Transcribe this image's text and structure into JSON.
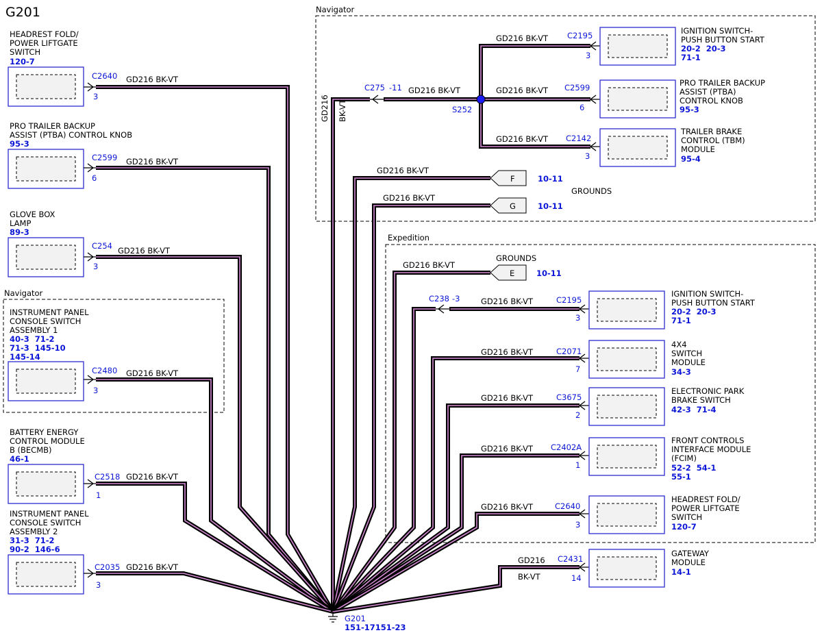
{
  "page_title": "G201",
  "regions": [
    {
      "label": "Navigator"
    },
    {
      "label": "Expedition"
    },
    {
      "label": "Navigator"
    }
  ],
  "components": [
    {
      "lines": [
        "HEADREST FOLD/",
        "POWER LIFTGATE",
        "SWITCH"
      ],
      "refs": [
        "120-7"
      ],
      "connector": "C2640",
      "pin": "3"
    },
    {
      "lines": [
        "PRO TRAILER BACKUP",
        "ASSIST (PTBA) CONTROL KNOB"
      ],
      "refs": [
        "95-3"
      ],
      "connector": "C2599",
      "pin": "6"
    },
    {
      "lines": [
        "GLOVE BOX",
        "LAMP"
      ],
      "refs": [
        "89-3"
      ],
      "connector": "C254",
      "pin": "3"
    },
    {
      "lines": [
        "INSTRUMENT PANEL",
        "CONSOLE SWITCH",
        "ASSEMBLY 1"
      ],
      "refs": [
        "40-3  71-2",
        "71-3  145-10",
        "145-14"
      ],
      "connector": "C2480",
      "pin": "3"
    },
    {
      "lines": [
        "BATTERY ENERGY",
        "CONTROL MODULE",
        "B (BECMB)"
      ],
      "refs": [
        "46-1"
      ],
      "connector": "C2518",
      "pin": "1"
    },
    {
      "lines": [
        "INSTRUMENT PANEL",
        "CONSOLE SWITCH",
        "ASSEMBLY 2"
      ],
      "refs": [
        "31-3  71-2",
        "90-2  146-6"
      ],
      "connector": "C2035",
      "pin": "3"
    },
    {
      "lines": [
        "IGNITION SWITCH-",
        "PUSH BUTTON START"
      ],
      "refs": [
        "20-2  20-3",
        "71-1"
      ],
      "connector": "C2195",
      "pin": "3"
    },
    {
      "lines": [
        "PRO TRAILER BACKUP",
        "ASSIST (PTBA)",
        "CONTROL KNOB"
      ],
      "refs": [
        "95-3"
      ],
      "connector": "C2599",
      "pin": "6"
    },
    {
      "lines": [
        "TRAILER BRAKE",
        "CONTROL (TBM)",
        "MODULE"
      ],
      "refs": [
        "95-4"
      ],
      "connector": "C2142",
      "pin": "3"
    },
    {
      "lines": [
        "IGNITION SWITCH-",
        "PUSH BUTTON START"
      ],
      "refs": [
        "20-2  20-3",
        "71-1"
      ],
      "connector": "C2195",
      "pin": "3"
    },
    {
      "lines": [
        "4X4",
        "SWITCH",
        "MODULE"
      ],
      "refs": [
        "34-3"
      ],
      "connector": "C2071",
      "pin": "7"
    },
    {
      "lines": [
        "ELECTRONIC PARK",
        "BRAKE SWITCH"
      ],
      "refs": [
        "42-3  71-4"
      ],
      "connector": "C3675",
      "pin": "2"
    },
    {
      "lines": [
        "FRONT CONTROLS",
        "INTERFACE MODULE",
        "(FCIM)"
      ],
      "refs": [
        "52-2  54-1",
        "55-1"
      ],
      "connector": "C2402A",
      "pin": "1"
    },
    {
      "lines": [
        "HEADREST FOLD/",
        "POWER LIFTGATE",
        "SWITCH"
      ],
      "refs": [
        "120-7"
      ],
      "connector": "C2640",
      "pin": "3"
    },
    {
      "lines": [
        "GATEWAY",
        "MODULE"
      ],
      "refs": [
        "14-1"
      ],
      "connector": "C2431",
      "pin": "14"
    }
  ],
  "wire": {
    "circuit": "GD216",
    "color": "BK-VT",
    "combined": "GD216 BK-VT"
  },
  "inline_connectors": [
    {
      "name": "C275",
      "pin": "-11"
    },
    {
      "name": "C238",
      "pin": "-3"
    }
  ],
  "splice": {
    "name": "S252",
    "color": "#1a1aff"
  },
  "ground_flags": [
    {
      "letter": "F",
      "ref": "10-11"
    },
    {
      "letter": "G",
      "ref": "10-11"
    },
    {
      "letter": "E",
      "ref": "10-11"
    }
  ],
  "grounds_label": "GROUNDS",
  "ground_point": {
    "name": "G201",
    "refs": "151-17151-23"
  },
  "colors": {
    "accent": "#0b16d8",
    "wire_outer": "#000000",
    "wire_inner": "#d48ad4",
    "box_fill": "#f2f2f2"
  }
}
